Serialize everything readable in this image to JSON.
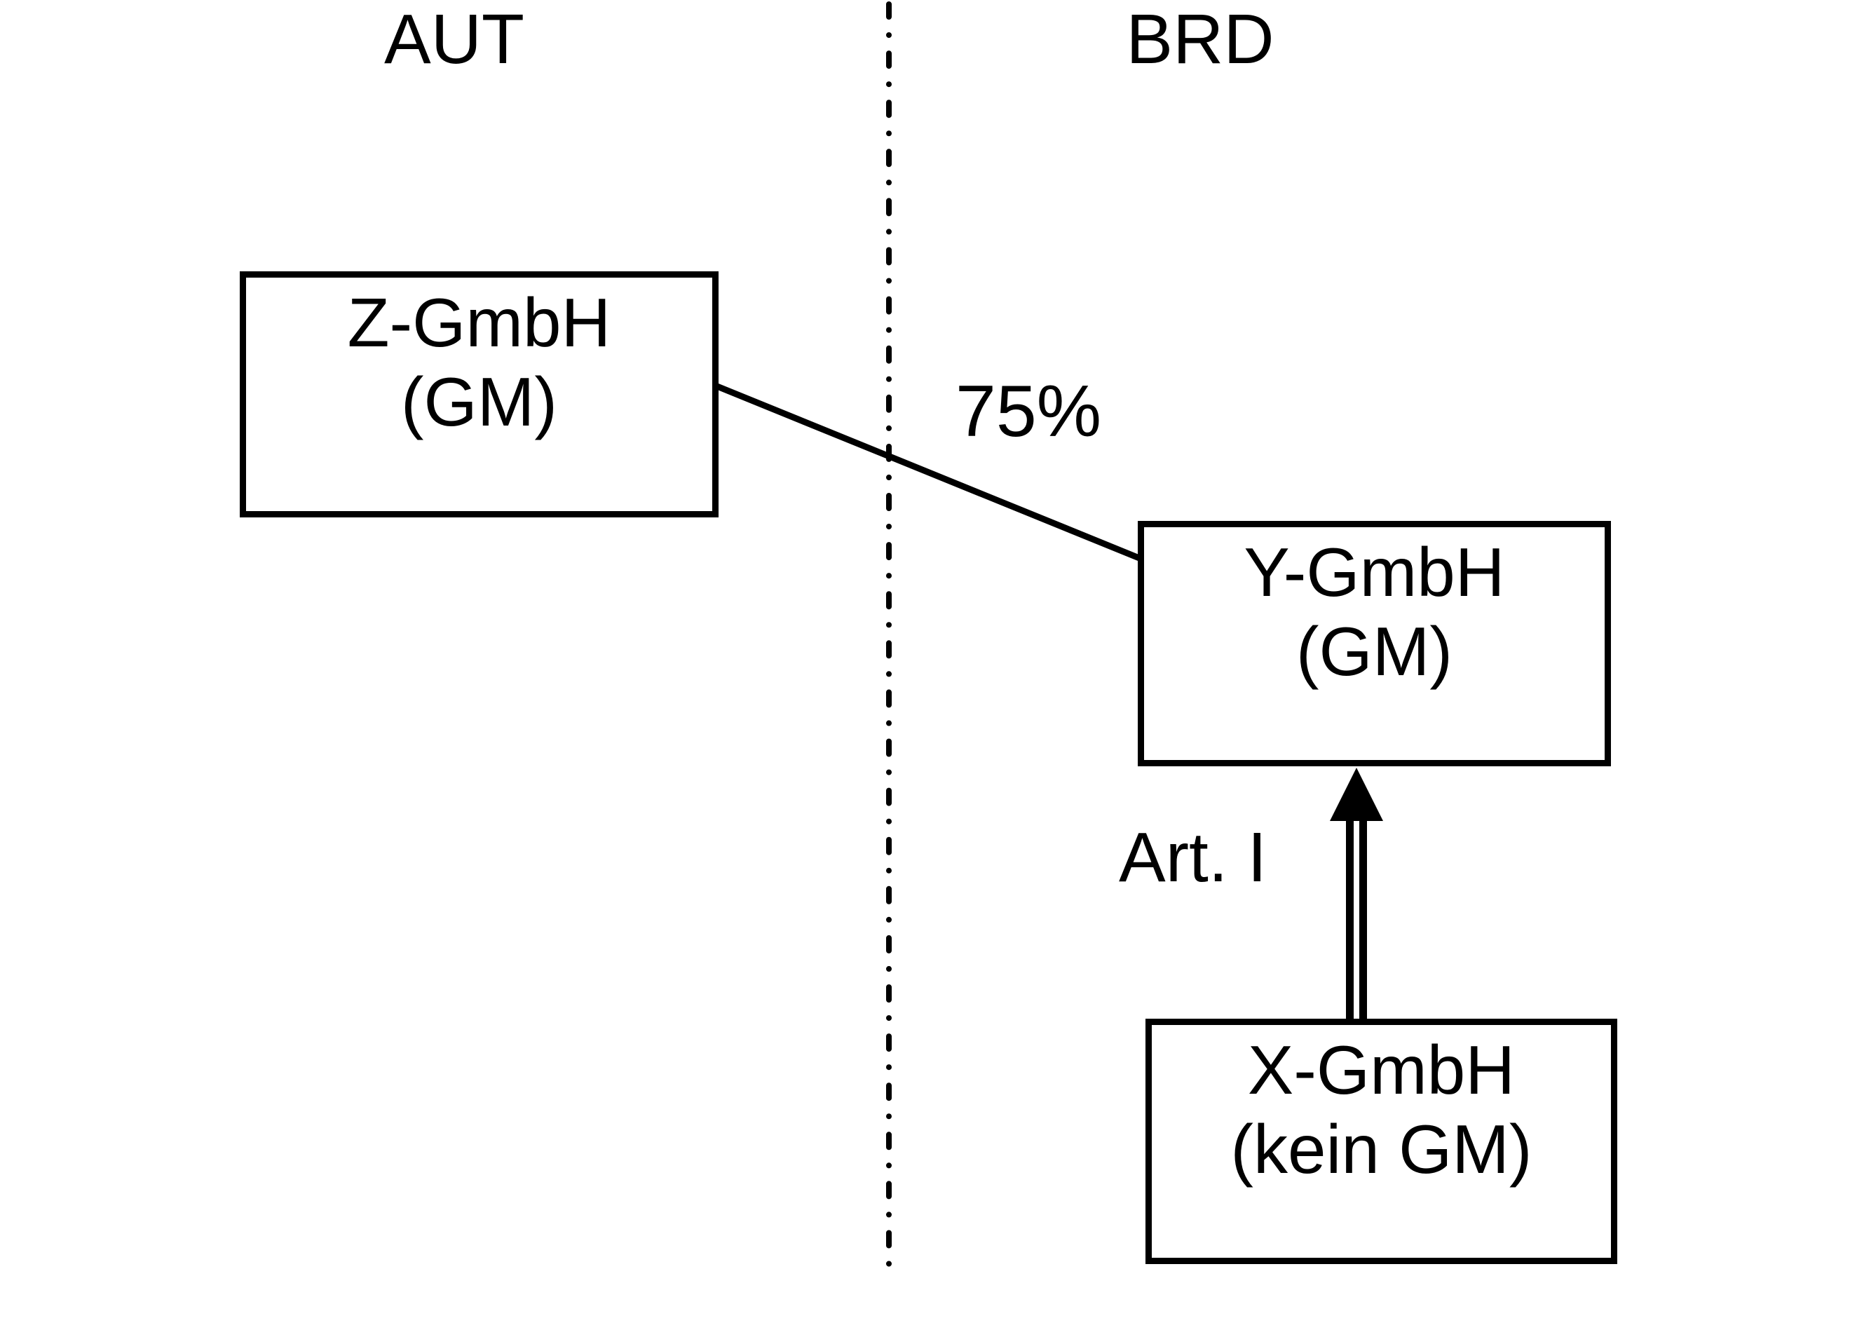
{
  "regions": {
    "left_label": "AUT",
    "right_label": "BRD"
  },
  "nodes": {
    "z": {
      "name": "Z-GmbH",
      "status": "(GM)"
    },
    "y": {
      "name": "Y-GmbH",
      "status": "(GM)"
    },
    "x": {
      "name": "X-GmbH",
      "status": "(kein GM)"
    }
  },
  "edges": {
    "ownership": {
      "label": "75%",
      "from": "Z-GmbH",
      "to": "Y-GmbH",
      "style": "thin-line"
    },
    "merger": {
      "label": "Art. I",
      "from": "X-GmbH",
      "to": "Y-GmbH",
      "style": "double-line-arrow"
    }
  },
  "divider": {
    "between": [
      "AUT",
      "BRD"
    ],
    "style": "dash-dot-vertical"
  },
  "colors": {
    "ink": "#000000",
    "background": "#ffffff"
  }
}
